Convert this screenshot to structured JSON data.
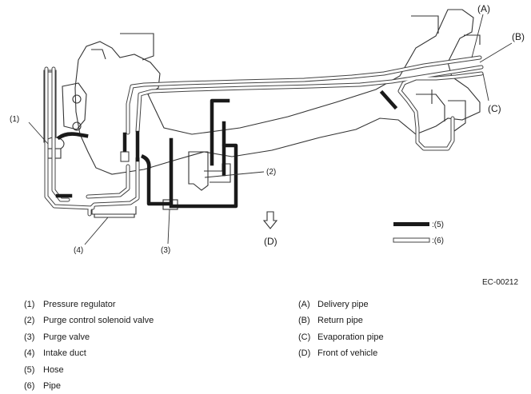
{
  "reference_code": "EC-00212",
  "callouts": {
    "c1": "(1)",
    "c2": "(2)",
    "c3": "(3)",
    "c4": "(4)",
    "cA": "(A)",
    "cB": "(B)",
    "cC": "(C)",
    "cD": "(D)"
  },
  "line_legend": {
    "hose_key": ":(5)",
    "pipe_key": ":(6)"
  },
  "legend_numbers": [
    {
      "key": "(1)",
      "label": "Pressure regulator"
    },
    {
      "key": "(2)",
      "label": "Purge control solenoid valve"
    },
    {
      "key": "(3)",
      "label": "Purge valve"
    },
    {
      "key": "(4)",
      "label": "Intake duct"
    },
    {
      "key": "(5)",
      "label": "Hose"
    },
    {
      "key": "(6)",
      "label": "Pipe"
    }
  ],
  "legend_letters": [
    {
      "key": "(A)",
      "label": "Delivery pipe"
    },
    {
      "key": "(B)",
      "label": "Return pipe"
    },
    {
      "key": "(C)",
      "label": "Evaporation pipe"
    },
    {
      "key": "(D)",
      "label": "Front of vehicle"
    }
  ],
  "colors": {
    "hose": "#1a1a1a",
    "pipe_outline": "#444444",
    "body_outline": "#333333"
  }
}
